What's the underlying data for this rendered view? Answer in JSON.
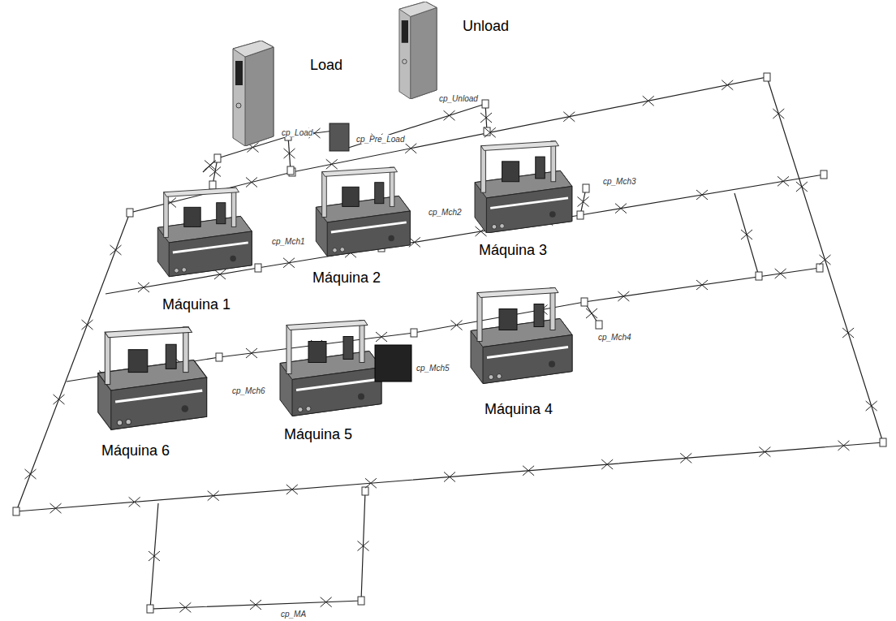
{
  "diagram": {
    "labels": [
      "Load",
      "Unload",
      "cp_Load",
      "cp_Unload",
      "cp_Pre_Load",
      "cp_Mch1",
      "cp_Mch2",
      "cp_Mch3",
      "Máquina 1",
      "Máquina 2",
      "Máquina 3",
      "cp_Mch4",
      "cp_Mch5",
      "cp_Mch6",
      "Máquina 6",
      "Máquina 5",
      "Máquina 4",
      "cp_MA"
    ]
  }
}
